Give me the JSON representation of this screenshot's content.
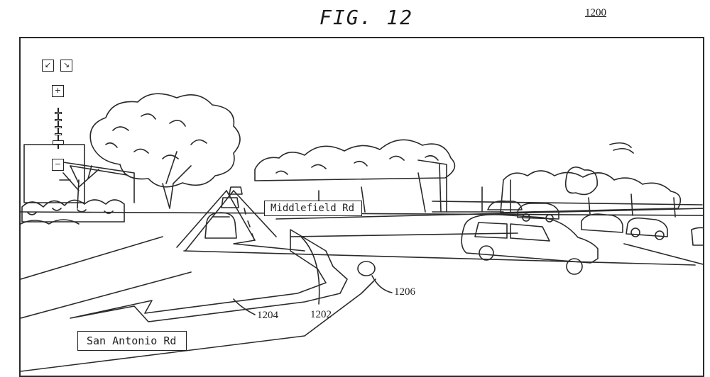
{
  "figure": {
    "title": "FIG. 12",
    "reference": "1200"
  },
  "controls": {
    "pan_left_glyph": "↙",
    "pan_right_glyph": "↘",
    "zoom_in_glyph": "+",
    "zoom_out_glyph": "−",
    "icons": [
      "arrow-down-left-icon",
      "arrow-down-right-icon",
      "plus-icon",
      "minus-icon",
      "zoom-slider"
    ]
  },
  "labels": {
    "middlefield": "Middlefield Rd",
    "san_antonio": "San Antonio Rd"
  },
  "callouts": {
    "c1202": "1202",
    "c1204": "1204",
    "c1206": "1206"
  }
}
